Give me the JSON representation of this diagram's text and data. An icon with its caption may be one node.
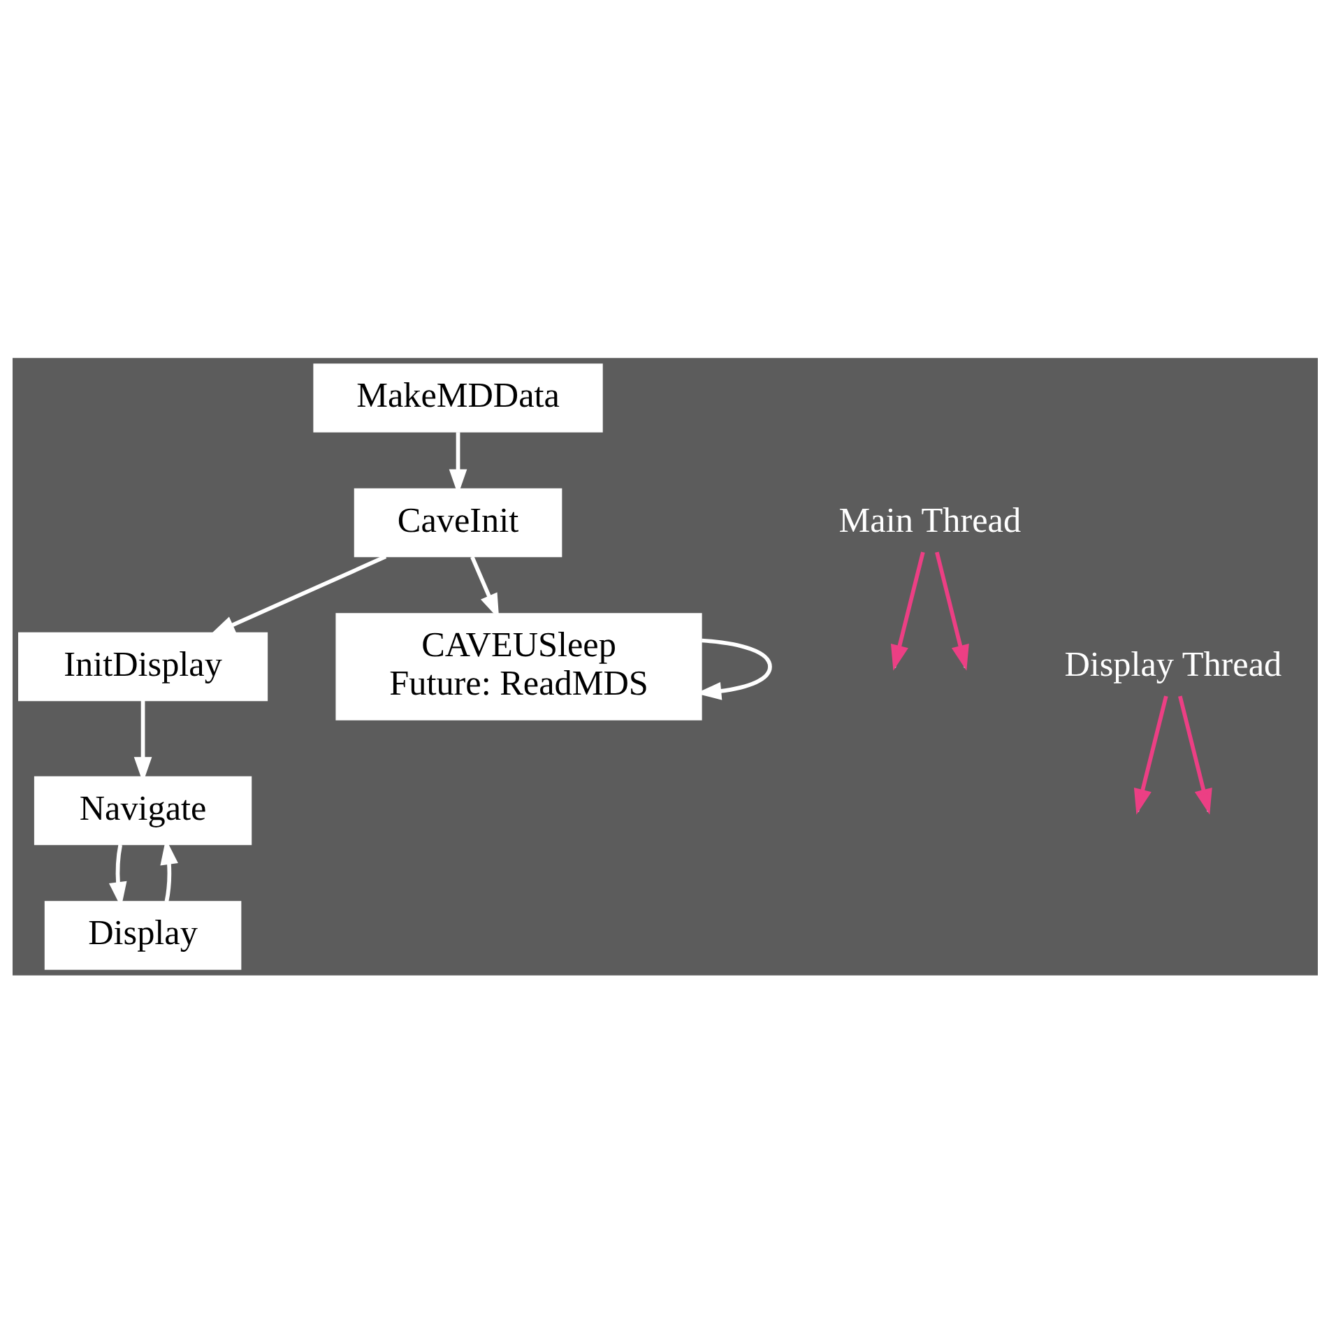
{
  "diagram": {
    "nodes": [
      {
        "text": [
          "MakeMDData"
        ]
      },
      {
        "text": [
          "CaveInit"
        ]
      },
      {
        "text": [
          "InitDisplay"
        ]
      },
      {
        "text": [
          "CAVEUSleep",
          "Future: ReadMDS"
        ]
      },
      {
        "text": [
          "Navigate"
        ]
      },
      {
        "text": [
          "Display"
        ]
      },
      {
        "text": [
          "Main Thread"
        ]
      },
      {
        "text": [
          "Display Thread"
        ]
      }
    ],
    "edges": [
      {
        "from": 0,
        "to": 1,
        "arrow": "to"
      },
      {
        "from": 1,
        "to": 2,
        "arrow": "to"
      },
      {
        "from": 1,
        "to": 3,
        "arrow": "to"
      },
      {
        "from": 3,
        "to": 3,
        "arrow": "to"
      },
      {
        "from": 2,
        "to": 4,
        "arrow": "to"
      },
      {
        "from": 4,
        "to": 5,
        "arrow": "to"
      },
      {
        "from": 5,
        "to": 4,
        "arrow": "to"
      },
      {
        "from": 6,
        "to": null,
        "arrow": "to",
        "color": "#ec3f84"
      },
      {
        "from": 6,
        "to": null,
        "arrow": "to",
        "color": "#ec3f84"
      },
      {
        "from": 7,
        "to": null,
        "arrow": "to",
        "color": "#ec3f84"
      },
      {
        "from": 7,
        "to": null,
        "arrow": "to",
        "color": "#ec3f84"
      }
    ]
  }
}
